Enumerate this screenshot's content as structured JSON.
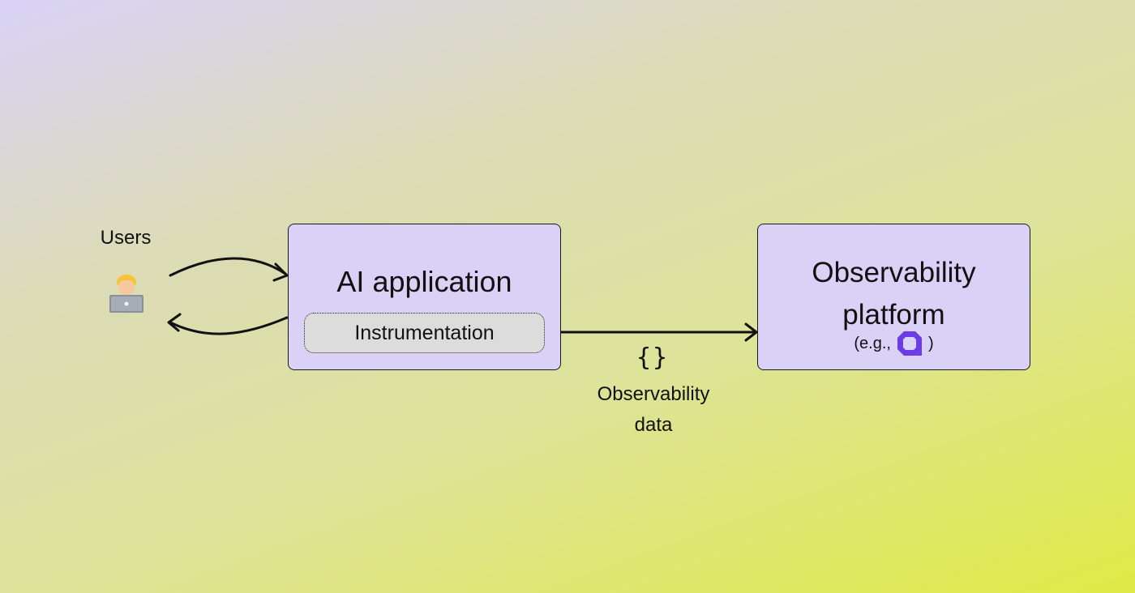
{
  "users": {
    "label": "Users",
    "avatar_icon": "person-with-laptop-icon"
  },
  "app": {
    "title": "AI application",
    "instrumentation_label": "Instrumentation"
  },
  "platform": {
    "title_line1": "Observability",
    "title_line2": "platform",
    "example_prefix": "(e.g.,",
    "example_suffix": ")",
    "example_logo_icon": "platform-logo-icon",
    "logo_color": "#6b3ce6"
  },
  "data_flow": {
    "braces": "{}",
    "label_line1": "Observability",
    "label_line2": "data"
  },
  "colors": {
    "box_fill": "#d9d1f6",
    "instrumentation_fill": "#dcdcdc"
  }
}
